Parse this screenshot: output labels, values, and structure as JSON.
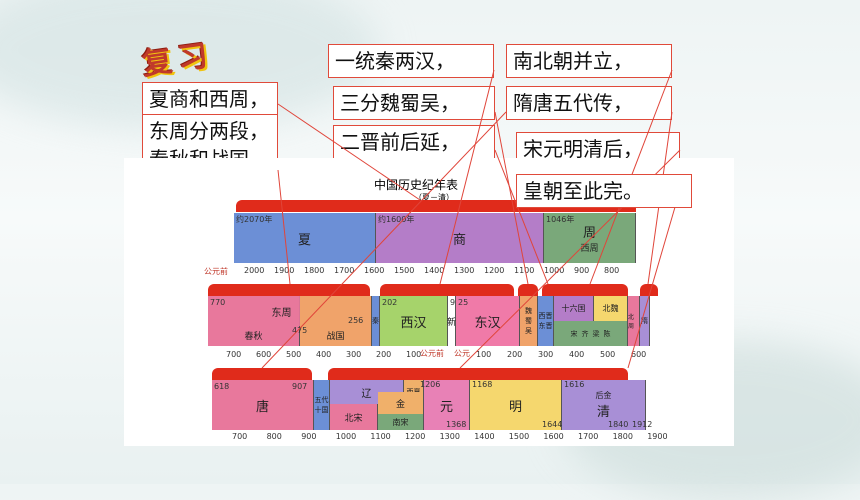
{
  "badge": "复习",
  "rhymes": {
    "r1": "夏商和西周，",
    "r2a": "东周分两段，",
    "r2b": "春秋和战国，",
    "r3": "一统秦两汉，",
    "r4": "三分魏蜀吴，",
    "r5": "二晋前后延，",
    "r6": "南北朝并立，",
    "r7": "隋唐五代传，",
    "r8": "宋元明清后，",
    "r9": "皇朝至此完。"
  },
  "chart": {
    "title": "中国历史纪年表",
    "subtitle": "（夏－清）",
    "row1": {
      "seg_xia": "夏",
      "seg_shang": "商",
      "seg_zhou": "周",
      "seg_xizhou": "西周",
      "y_xia": "约2070年",
      "y_shang": "约1600年",
      "y_zhou": "1046年",
      "era": "公元前",
      "ticks": [
        "2000",
        "1900",
        "1800",
        "1700",
        "1600",
        "1500",
        "1400",
        "1300",
        "1200",
        "1100",
        "1000",
        "900",
        "800"
      ]
    },
    "row2": {
      "chunqiu": "春秋",
      "dongzhou": "东周",
      "zhanguo": "战国",
      "qin": "秦",
      "xihan": "西汉",
      "xin": "新",
      "donghan": "东汉",
      "wei": "魏",
      "shu": "蜀",
      "wu": "吴",
      "xijin": "西晋",
      "dongjin": "东晋",
      "shiliuguo": "十六国",
      "beiwei": "北魏",
      "song": "宋",
      "qi": "齐",
      "liang": "梁",
      "chen": "陈",
      "sui": "隋",
      "beizhou": "北周",
      "n770": "770",
      "n475": "475",
      "n256": "256",
      "n202": "202",
      "n9": "9",
      "n25": "25",
      "era_bc": "公元前",
      "era_ad": "公元",
      "ticks_bc": [
        "700",
        "600",
        "500",
        "400",
        "300",
        "200",
        "100"
      ],
      "ticks_ad": [
        "100",
        "200",
        "300",
        "400",
        "500",
        "600"
      ]
    },
    "row3": {
      "tang": "唐",
      "wudai": "五代",
      "shiguo": "十国",
      "liao": "辽",
      "beisong": "北宋",
      "xixia": "西夏",
      "jin": "金",
      "nansong": "南宋",
      "yuan": "元",
      "ming": "明",
      "hougin": "后金",
      "qing": "清",
      "n618": "618",
      "n907": "907",
      "n1206": "1206",
      "n1368": "1368",
      "n1168": "1168",
      "n1616": "1616",
      "n1644": "1644",
      "n1840": "1840",
      "n1912": "1912",
      "ticks": [
        "700",
        "800",
        "900",
        "1000",
        "1100",
        "1200",
        "1300",
        "1400",
        "1500",
        "1600",
        "1700",
        "1800",
        "1900"
      ]
    },
    "colors": {
      "xia": "#6c8fd6",
      "shang": "#b47dc8",
      "zhou": "#7aa87a",
      "chunqiu": "#e8789c",
      "zhanguo": "#f0a36a",
      "qin": "#6b8ed6",
      "xihan": "#a6d36b",
      "xin": "#ffffff",
      "donghan": "#f07aa8",
      "tang": "#e8789c",
      "song": "#6c8fd6",
      "jin": "#f0b06a",
      "yuan": "#e881b6",
      "ming": "#f5d76e",
      "qing": "#a88fd6"
    }
  }
}
